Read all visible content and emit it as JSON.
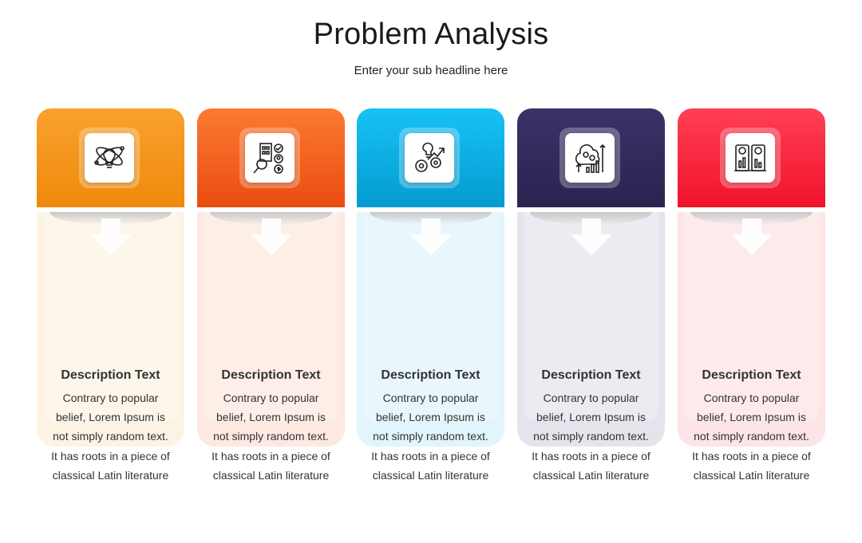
{
  "title": "Problem Analysis",
  "subtitle": "Enter your sub headline here",
  "cards": [
    {
      "icon": "science-bulb-icon",
      "heading": "Description Text",
      "body": "Contrary to popular belief, Lorem Ipsum is not simply random text. It has roots in a piece of classical Latin literature from",
      "color": "#f4961d"
    },
    {
      "icon": "business-analysis-icon",
      "heading": "Description Text",
      "body": "Contrary to popular belief, Lorem Ipsum is not simply random text. It has roots in a piece of classical Latin literature from",
      "color": "#f26321"
    },
    {
      "icon": "idea-growth-gears-icon",
      "heading": "Description Text",
      "body": "Contrary to popular belief, Lorem Ipsum is not simply random text. It has roots in a piece of classical Latin literature from",
      "color": "#0db0e6"
    },
    {
      "icon": "brain-gears-growth-icon",
      "heading": "Description Text",
      "body": "Contrary to popular belief, Lorem Ipsum is not simply random text. It has roots in a piece of classical Latin literature from",
      "color": "#34295c"
    },
    {
      "icon": "ab-testing-icon",
      "heading": "Description Text",
      "body": "Contrary to popular belief, Lorem Ipsum is not simply random text. It has roots in a piece of classical Latin literature from",
      "color": "#f82a3e"
    }
  ]
}
